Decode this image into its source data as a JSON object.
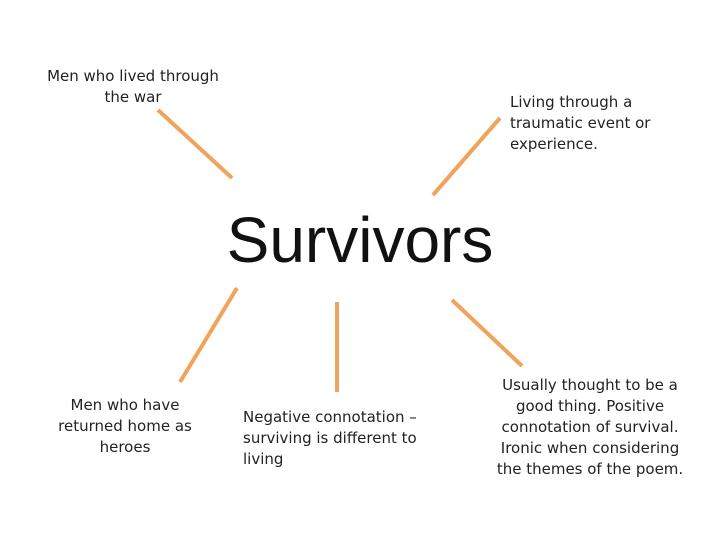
{
  "diagram": {
    "center": "Survivors",
    "nodes": [
      {
        "id": "top-left",
        "text": "Men who lived through the war"
      },
      {
        "id": "top-right",
        "text": "Living through a traumatic event or experience."
      },
      {
        "id": "bottom-left",
        "text": "Men who have returned home as heroes"
      },
      {
        "id": "bottom-middle",
        "text": "Negative connotation – surviving is different to living"
      },
      {
        "id": "bottom-right",
        "text": "Usually thought to be a good thing. Positive connotation of survival. Ironic when considering the themes of the poem."
      }
    ],
    "connector_color": "#f0a35a"
  }
}
